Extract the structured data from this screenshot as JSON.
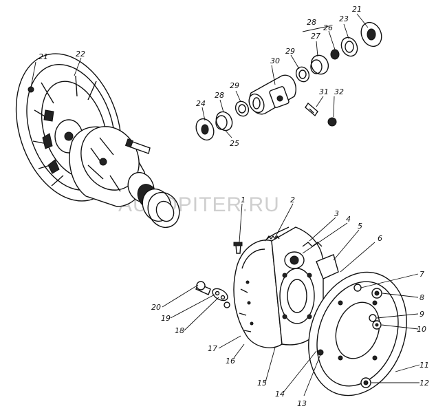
{
  "watermark": "AUTOPITER.RU",
  "labels": {
    "n1": "1",
    "n2": "2",
    "n3": "3",
    "n4": "4",
    "n5": "5",
    "n6": "6",
    "n7": "7",
    "n8": "8",
    "n9": "9",
    "n10": "10",
    "n11": "11",
    "n12": "12",
    "n13": "13",
    "n14": "14",
    "n15": "15",
    "n16": "16",
    "n17": "17",
    "n18": "18",
    "n19": "19",
    "n20": "20",
    "n21a": "21",
    "n21b": "21",
    "n22": "22",
    "n23": "23",
    "n24": "24",
    "n25": "25",
    "n26": "26",
    "n27": "27",
    "n28a": "28",
    "n28b": "28",
    "n29a": "29",
    "n29b": "29",
    "n30": "30",
    "n31": "31",
    "n32": "32"
  }
}
